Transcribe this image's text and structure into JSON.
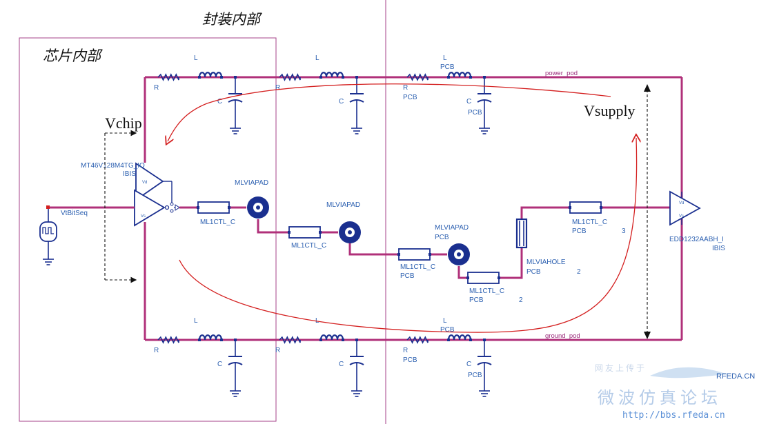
{
  "regions": {
    "package_label": "封装内部",
    "chip_label": "芯片内部"
  },
  "annotations": {
    "vchip": "Vchip",
    "vsupply": "Vsupply"
  },
  "nets": {
    "power": "power_pod",
    "ground": "ground_pod"
  },
  "components": {
    "r": "R",
    "l": "L",
    "c": "C",
    "pcb": "PCB",
    "driver_name": "MT46V128M4TG_IO",
    "driver_model": "IBIS",
    "receiver_name": "EDD1232AABH_I",
    "receiver_model": "IBIS",
    "source": "VtBitSeq",
    "mlviapad": "MLVIAPAD",
    "ml1ctl": "ML1CTL_C",
    "mlviahole": "MLVIAHOLE",
    "num2": "2",
    "num3": "3",
    "pin_vd": "Vd",
    "pin_vs": "Vs"
  },
  "watermark": {
    "url": "http://bbs.rfeda.cn",
    "brand": "RFEDA.CN",
    "site": "微波仿真论坛",
    "slogan": "网友上传于"
  },
  "colors": {
    "wire": "#b0307a",
    "symbol": "#1a2f8f",
    "label": "#2b5fb0",
    "arrow": "#d42020",
    "region_border": "#a4408a"
  }
}
